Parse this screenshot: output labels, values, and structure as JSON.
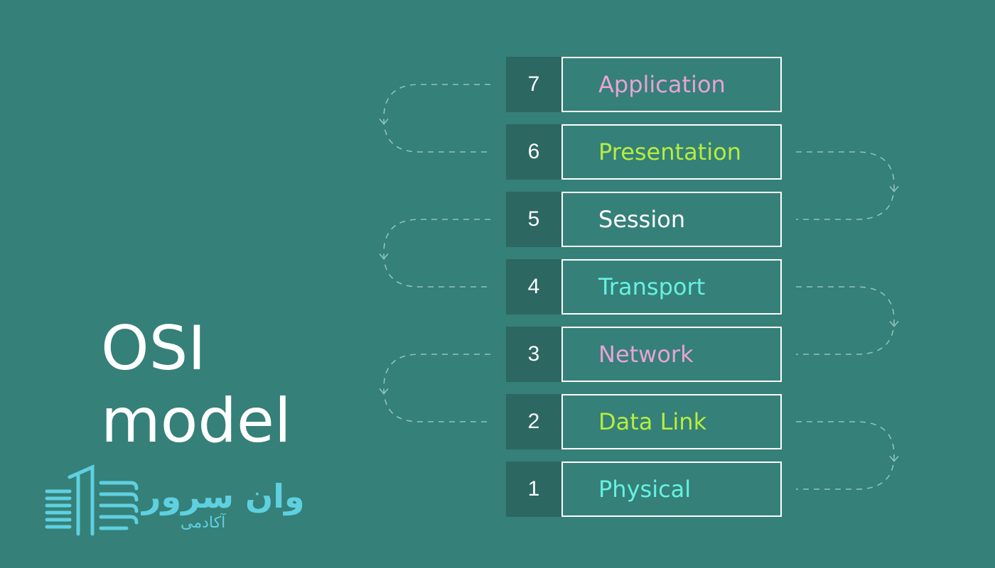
{
  "title": {
    "line1": "OSI",
    "line2": "model"
  },
  "colors": {
    "background": "#358078",
    "number_box": "#2c6762",
    "border": "#ffffff",
    "pink": "#e7a3d6",
    "green": "#b6ee3e",
    "white": "#ffffff",
    "cyan": "#66f1e4",
    "logo": "#5fd0e0"
  },
  "layers": [
    {
      "number": "7",
      "name": "Application",
      "color": "#e7a3d6"
    },
    {
      "number": "6",
      "name": "Presentation",
      "color": "#b6ee3e"
    },
    {
      "number": "5",
      "name": "Session",
      "color": "#ffffff"
    },
    {
      "number": "4",
      "name": "Transport",
      "color": "#66f1e4"
    },
    {
      "number": "3",
      "name": "Network",
      "color": "#e7a3d6"
    },
    {
      "number": "2",
      "name": "Data Link",
      "color": "#b6ee3e"
    },
    {
      "number": "1",
      "name": "Physical",
      "color": "#66f1e4"
    }
  ],
  "logo": {
    "brand": "وان سرور",
    "sub": "آکادمی"
  }
}
